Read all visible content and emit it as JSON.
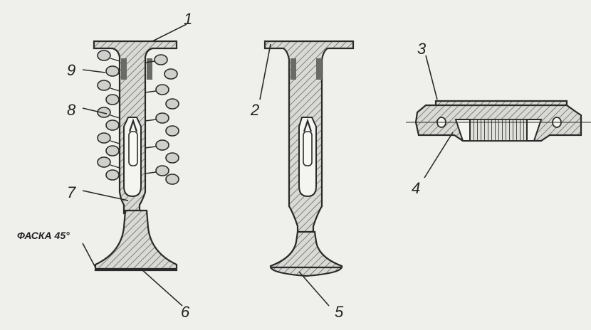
{
  "labels": {
    "l1": "1",
    "l2": "2",
    "l3": "3",
    "l4": "4",
    "l5": "5",
    "l6": "6",
    "l7": "7",
    "l8": "8",
    "l9": "9",
    "chamfer": "ФАСКА 45°"
  }
}
